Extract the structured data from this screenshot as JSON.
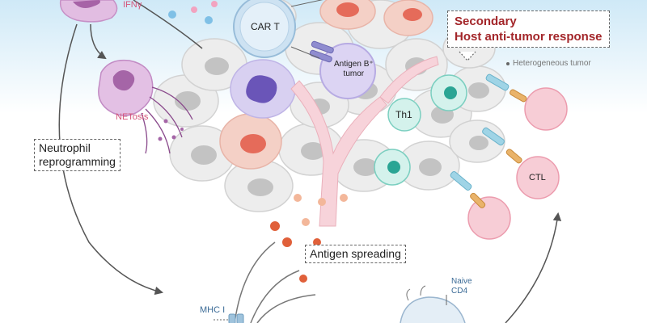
{
  "labels": {
    "ifny": "IFNγ",
    "car_t": "CAR T",
    "antigen_b_line1": "Antigen B⁺",
    "antigen_b_line2": "tumor",
    "netosis": "NETosis",
    "neutrophil_line1": "Neutrophil",
    "neutrophil_line2": "reprogramming",
    "secondary_line1": "Secondary",
    "secondary_line2": "Host anti-tumor response",
    "heterogeneous": "Heterogeneous tumor",
    "th1": "Th1",
    "ctl": "CTL",
    "antigen_spreading": "Antigen spreading",
    "mhc": "MHC I",
    "naive_line1": "Naive",
    "naive_line2": "CD4"
  },
  "colors": {
    "background_top": "#d9eef8",
    "tumor_cell": "#ececec",
    "tumor_nucleus": "#bdbdbd",
    "car_t": "#c9dff0",
    "antigen_b_tumor": "#d9d2f2",
    "neutrophil": "#d9a6d9",
    "th1_cell": "#d3f1ec",
    "ctl_cell": "#f8cfd6",
    "antigen_dots": "#e0603a",
    "title_red": "#a3262a"
  }
}
